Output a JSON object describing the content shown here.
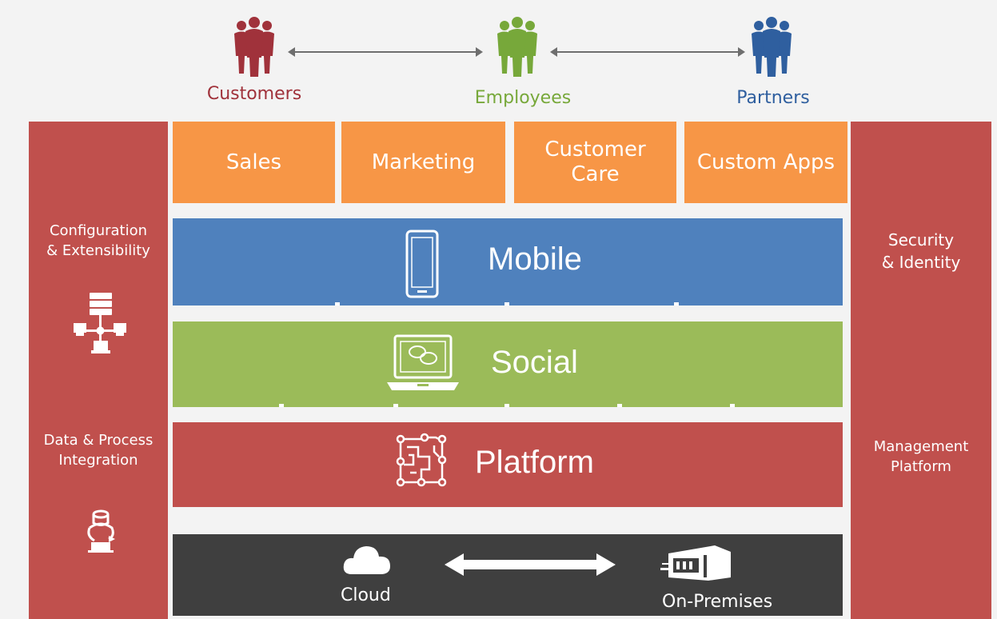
{
  "groups": {
    "customers": {
      "label": "Customers",
      "color": "#a0323b",
      "icon": "people-icon"
    },
    "employees": {
      "label": "Employees",
      "color": "#77a83a",
      "icon": "people-icon"
    },
    "partners": {
      "label": "Partners",
      "color": "#2f5f9f",
      "icon": "people-icon"
    }
  },
  "left_column": {
    "top_label": "Configuration\n& Extensibility",
    "top_icon": "network-server-icon",
    "bottom_label": "Data & Process\nIntegration",
    "bottom_icon": "data-process-icon"
  },
  "right_column": {
    "top_label": "Security\n& Identity",
    "bottom_label": "Management\nPlatform"
  },
  "apps": [
    {
      "label": "Sales"
    },
    {
      "label": "Marketing"
    },
    {
      "label": "Customer\nCare"
    },
    {
      "label": "Custom Apps"
    }
  ],
  "layers": {
    "mobile": {
      "label": "Mobile",
      "color": "#4f81bd",
      "icon": "smartphone-icon"
    },
    "social": {
      "label": "Social",
      "color": "#9bbb59",
      "icon": "laptop-chat-icon"
    },
    "platform": {
      "label": "Platform",
      "color": "#c0504d",
      "icon": "circuit-icon"
    }
  },
  "infrastructure": {
    "cloud_label": "Cloud",
    "on_premises_label": "On-Premises",
    "color": "#3f3f3f"
  },
  "colors": {
    "apps": "#f79646",
    "side_columns": "#c0504d"
  }
}
